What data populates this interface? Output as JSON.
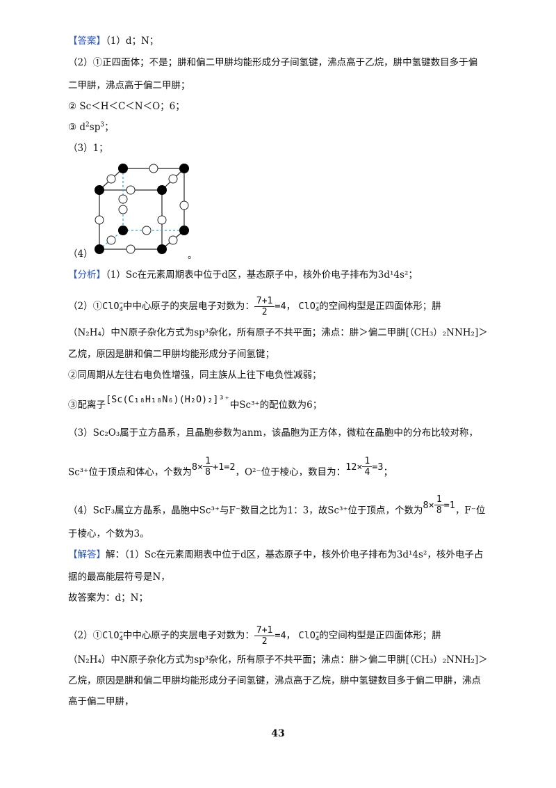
{
  "lines": {
    "ans_tag": "【答案】",
    "ans1": "（1）d；N；",
    "ans2a": "（2）①正四面体；不是；肼和偏二甲肼均能形成分子间氢键，沸点高于乙烷，肼中氢键数目多于偏",
    "ans2b": "二甲肼，沸点高于偏二甲肼；",
    "ans2c": "② Sc＜H＜C＜N＜O；6；",
    "ans2d_pre": "③ d",
    "ans2d_sup1": "2",
    "ans2d_mid": "sp",
    "ans2d_sup2": "3",
    "ans2d_post": "；",
    "ans3": "（3）1；",
    "ans4_pre": "（4）",
    "ans4_post": "。",
    "ana_tag": "【分析】",
    "ana1": "（1）Sc在元素周期表中位于d区，基态原子中，核外价电子排布为3d¹4s²；",
    "ana2_pre": "（2）①",
    "clo4": "ClO",
    "clo4_sub": "4",
    "clo4_sup": "−",
    "ana2_mid": "中中心原子的夹层电子对数为：",
    "frac1_num": "7+1",
    "frac1_den": "2",
    "frac1_eq": "=4，",
    "ana2_post": "的空间构型是正四面体形；肼",
    "ana2b": "（N₂H₄）中N原子杂化方式为sp³杂化，所有原子不共平面；沸点：肼＞偏二甲肼[（CH₃）₂NNH₂]＞",
    "ana2c": "乙烷，原因是肼和偏二甲肼均能形成分子间氢键；",
    "ana2d": "②同周期从左往右电负性增强，同主族从上往下电负性减弱；",
    "ana2e_pre": "③配离子",
    "complex": "[Sc(C₁₈H₁₈N₆)(H₂O)₂]³⁺",
    "ana2e_post": "中Sc³⁺的配位数为6；",
    "ana3a": "（3）Sc₂O₃属于立方晶系，且晶胞参数为anm，该晶胞为正方体，微粒在晶胞中的分布比较对称，",
    "ana3b_pre": "Sc³⁺位于顶点和体心，个数为",
    "eq8": "8×",
    "frac2_num": "1",
    "frac2_den": "8",
    "eq8_post": "+1=2",
    "ana3b_mid": "，O²⁻位于棱心，数目为：",
    "eq12": "12×",
    "frac3_num": "1",
    "frac3_den": "4",
    "eq12_post": "=3",
    "ana3b_end": "；",
    "ana4a_pre": "（4）ScF₃属立方晶系，晶胞中Sc³⁺与F⁻数目之比为1：3，故Sc³⁺位于顶点，个数为",
    "eq8b": "8×",
    "frac4_num": "1",
    "frac4_den": "8",
    "eq8b_post": "=1",
    "ana4a_end": "，F⁻位",
    "ana4b": "于棱心，个数为3。",
    "sol_tag": "【解答】",
    "sol1a": "解：（1）Sc在元素周期表中位于d区，基态原子中，核外价电子排布为3d¹4s²，核外电子占",
    "sol1b": "据的最高能层符号是N，",
    "sol1c": "故答案为：d；N；",
    "sol2a_pre": "（2）①",
    "sol2a_mid": "中中心原子的夹层电子对数为：",
    "sol2a_post": "的空间构型是正四面体形；肼",
    "sol2b": "（N₂H₄）中N原子杂化方式为sp³杂化，所有原子不共平面；沸点：肼＞偏二甲肼[（CH₃）₂NNH₂]＞",
    "sol2c": "乙烷，原因是肼和偏二甲肼均能形成分子间氢键，沸点高于乙烷，肼中氢键数目多于偏二甲肼，沸点",
    "sol2d": "高于偏二甲肼，"
  },
  "page_number": "43",
  "colors": {
    "tag": "#2a55c8",
    "dashed": "#3aa0c8"
  }
}
